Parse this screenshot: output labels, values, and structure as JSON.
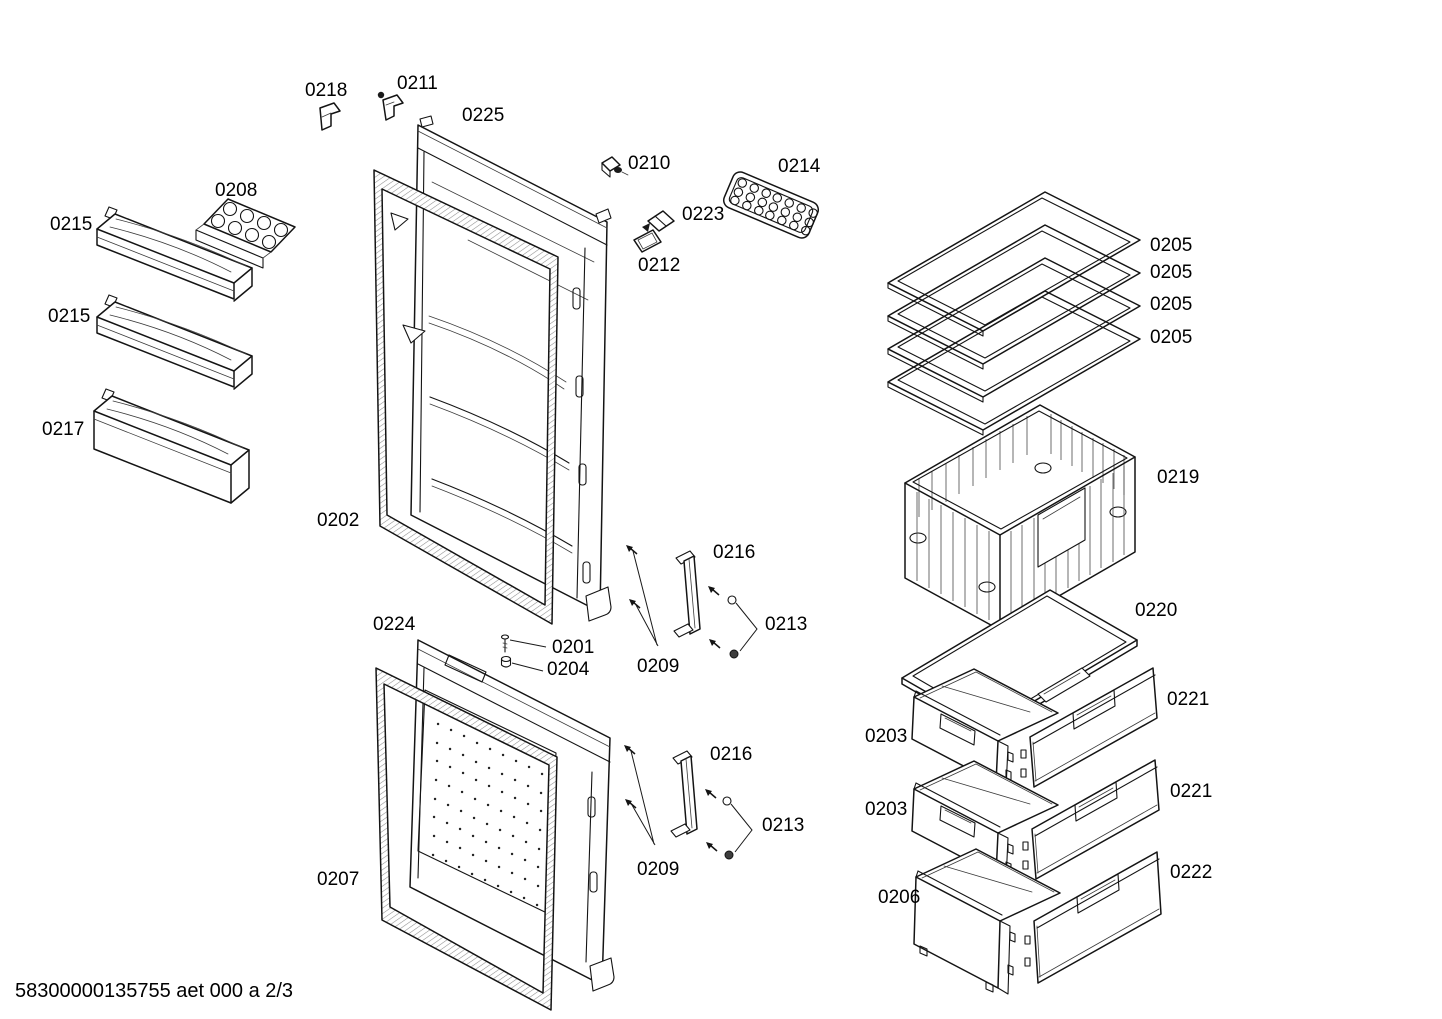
{
  "diagram": {
    "footer": "58300000135755 aet 000 a 2/3",
    "labels": [
      {
        "part": "0218"
      },
      {
        "part": "0211"
      },
      {
        "part": "0225"
      },
      {
        "part": "0210"
      },
      {
        "part": "0214"
      },
      {
        "part": "0223"
      },
      {
        "part": "0212"
      },
      {
        "part": "0208"
      },
      {
        "part": "0215"
      },
      {
        "part": "0215"
      },
      {
        "part": "0217"
      },
      {
        "part": "0202"
      },
      {
        "part": "0224"
      },
      {
        "part": "0201"
      },
      {
        "part": "0204"
      },
      {
        "part": "0209"
      },
      {
        "part": "0216"
      },
      {
        "part": "0213"
      },
      {
        "part": "0207"
      },
      {
        "part": "0216"
      },
      {
        "part": "0213"
      },
      {
        "part": "0209"
      },
      {
        "part": "0205"
      },
      {
        "part": "0205"
      },
      {
        "part": "0205"
      },
      {
        "part": "0205"
      },
      {
        "part": "0219"
      },
      {
        "part": "0220"
      },
      {
        "part": "0221"
      },
      {
        "part": "0203"
      },
      {
        "part": "0221"
      },
      {
        "part": "0203"
      },
      {
        "part": "0222"
      },
      {
        "part": "0206"
      }
    ]
  }
}
